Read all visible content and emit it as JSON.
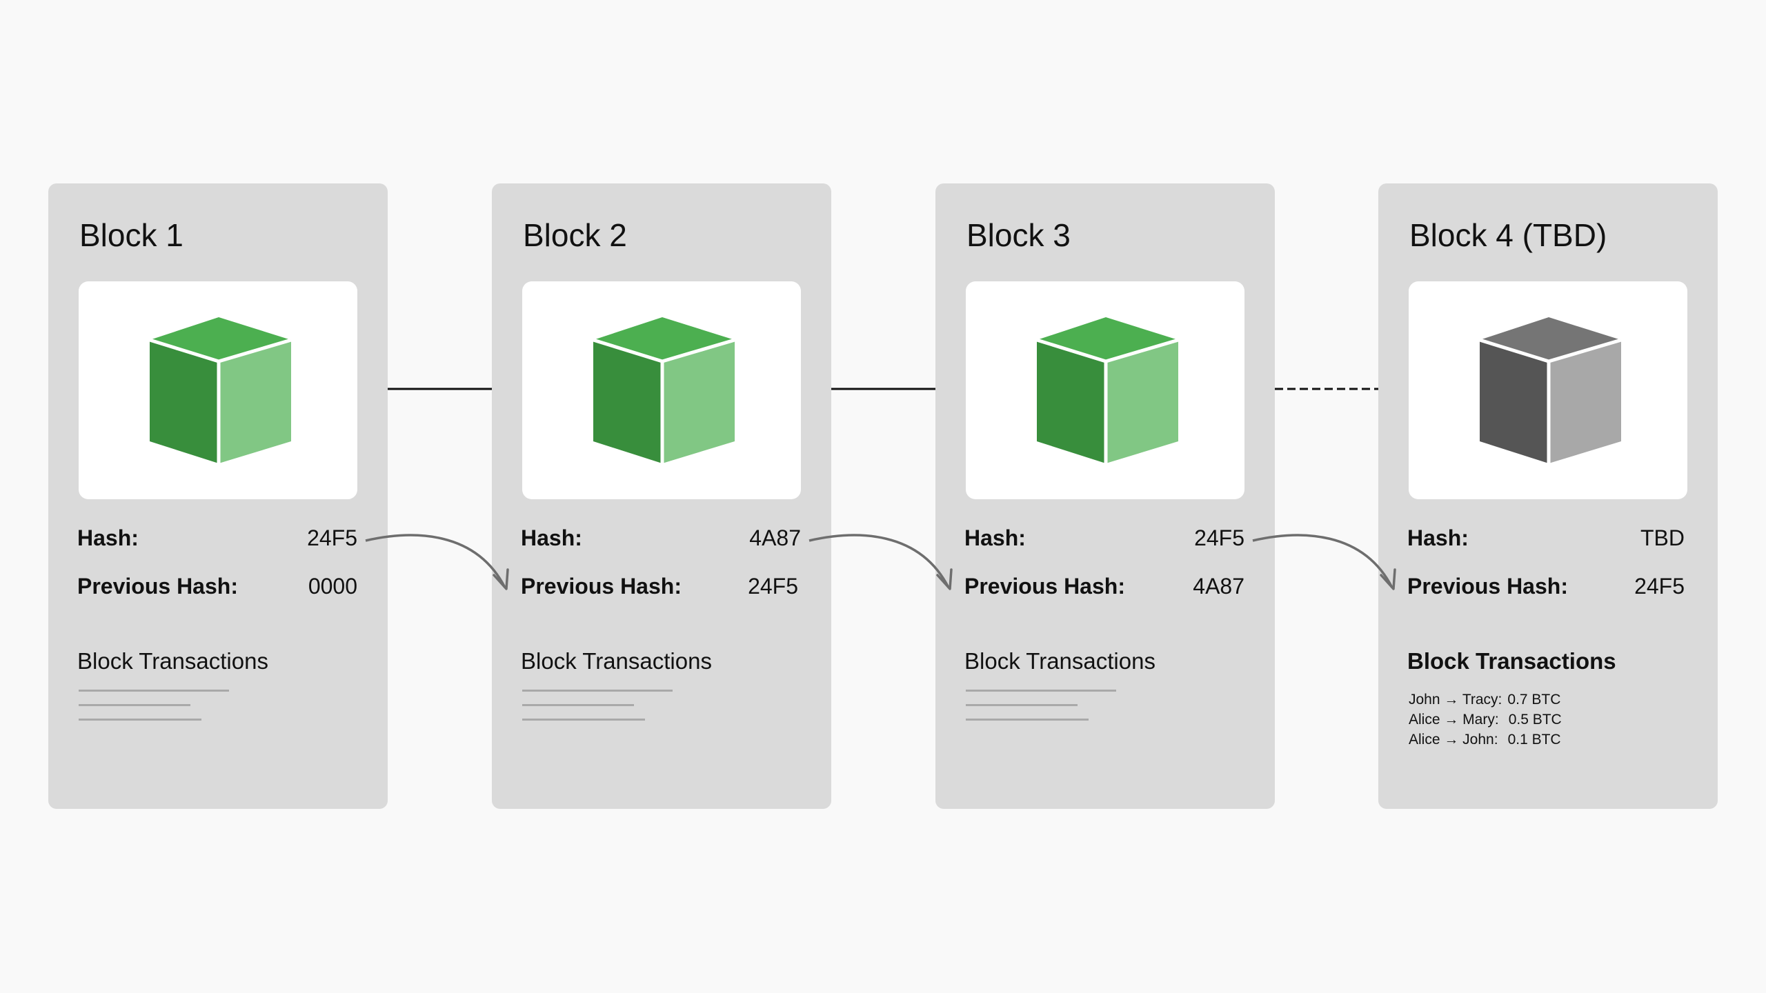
{
  "labels": {
    "hash": "Hash:",
    "previous_hash": "Previous Hash:",
    "transactions_heading": "Block Transactions"
  },
  "colors": {
    "cube_green_top": "#4caf50",
    "cube_green_left": "#388e3c",
    "cube_green_right": "#81c784",
    "cube_gray_top": "#757575",
    "cube_gray_left": "#555555",
    "cube_gray_right": "#a8a8a8",
    "card_background": "#dadada",
    "page_background": "#f9f9f9"
  },
  "blocks": [
    {
      "title": "Block 1",
      "hash": "24F5",
      "previous_hash": "0000",
      "status": "confirmed",
      "cube_icon": "green-cube-icon"
    },
    {
      "title": "Block 2",
      "hash": "4A87",
      "previous_hash": "24F5",
      "status": "confirmed",
      "cube_icon": "green-cube-icon"
    },
    {
      "title": "Block 3",
      "hash": "24F5",
      "previous_hash": "4A87",
      "status": "confirmed",
      "cube_icon": "green-cube-icon"
    },
    {
      "title": "Block 4 (TBD)",
      "hash": "TBD",
      "previous_hash": "24F5",
      "status": "pending",
      "cube_icon": "gray-cube-icon",
      "transactions": [
        {
          "parties": "John → Tracy:",
          "amount": "0.7 BTC"
        },
        {
          "parties": "Alice → Mary:",
          "amount": "0.5 BTC"
        },
        {
          "parties": "Alice → John:",
          "amount": "0.1 BTC"
        }
      ]
    }
  ]
}
